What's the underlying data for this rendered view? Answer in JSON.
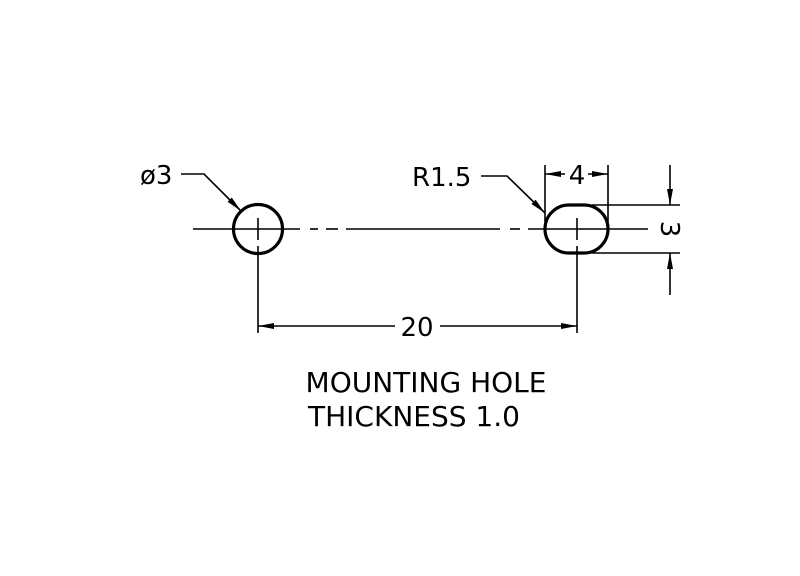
{
  "drawing": {
    "hole_diameter_label": "ø3",
    "slot_radius_label": "R1.5",
    "slot_width_label": "4",
    "slot_height_label": "3",
    "center_distance_label": "20",
    "title_line1": "MOUNTING HOLE",
    "title_line2": "THICKNESS 1.0",
    "line_color": "#000000",
    "background": "#ffffff"
  }
}
